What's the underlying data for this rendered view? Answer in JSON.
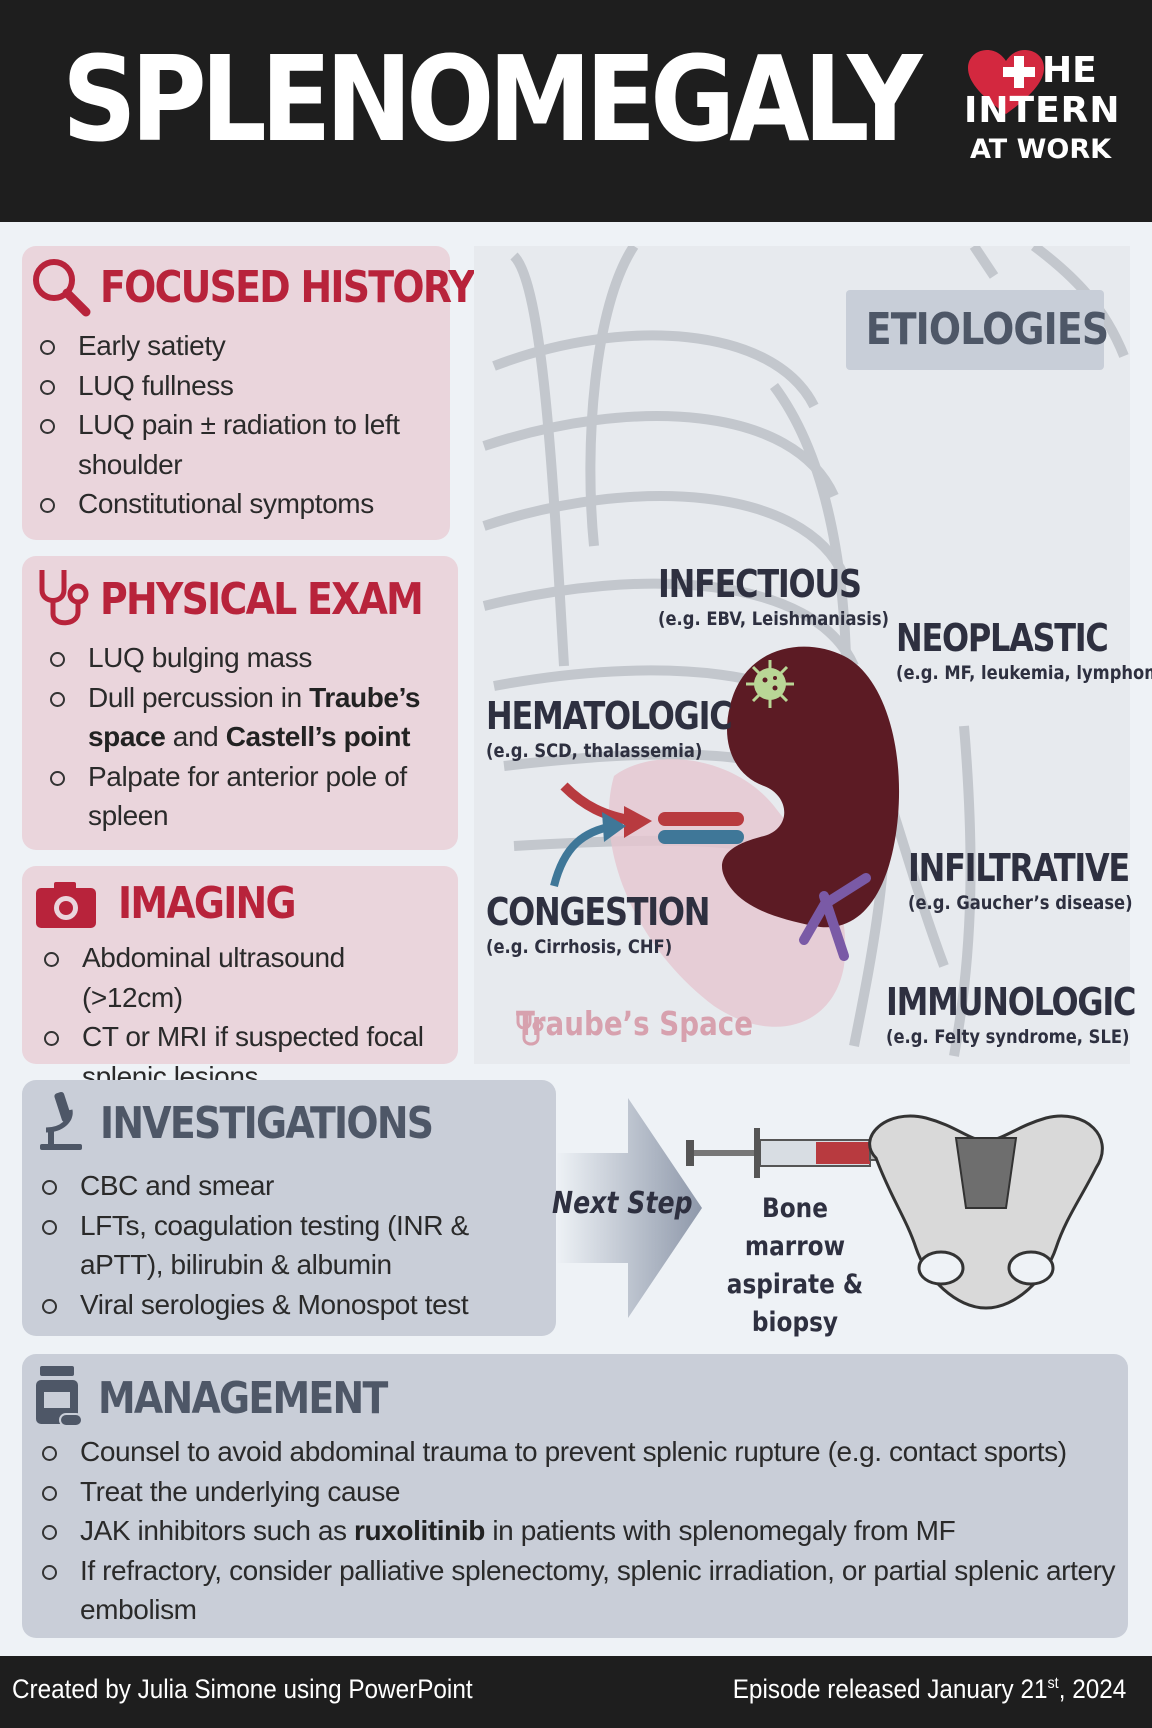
{
  "header": {
    "title": "SPLENOMEGALY",
    "logo": {
      "line1": "HE",
      "line2": "INTERN",
      "line3": "AT WORK",
      "heart_color": "#d3283f"
    }
  },
  "history": {
    "title": "FOCUSED HISTORY",
    "icon": "magnifier-icon",
    "items": [
      "Early satiety",
      "LUQ fullness",
      "LUQ pain ± radiation to left shoulder",
      "Constitutional symptoms"
    ]
  },
  "exam": {
    "title": "PHYSICAL EXAM",
    "icon": "stethoscope-icon",
    "item1": "LUQ bulging mass",
    "item2": {
      "a": "Dull percussion in ",
      "b": "Traube’s space",
      "c": " and ",
      "d": "Castell’s point"
    },
    "item3": "Palpate for anterior pole of spleen"
  },
  "imaging": {
    "title": "IMAGING",
    "icon": "camera-icon",
    "items": [
      "Abdominal ultrasound (>12cm)",
      "CT or MRI if suspected focal splenic lesions"
    ]
  },
  "etiologies": {
    "label": "ETIOLOGIES",
    "infectious": {
      "name": "INFECTIOUS",
      "example": "(e.g. EBV, Leishmaniasis)"
    },
    "neoplastic": {
      "name": "NEOPLASTIC",
      "example": "(e.g. MF, leukemia, lymphoma)"
    },
    "hematologic": {
      "name": "HEMATOLOGIC",
      "example": "(e.g. SCD, thalassemia)"
    },
    "infiltrative": {
      "name": "INFILTRATIVE",
      "example": "(e.g. Gaucher’s disease)"
    },
    "congestion": {
      "name": "CONGESTION",
      "example": "(e.g. Cirrhosis, CHF)"
    },
    "immunologic": {
      "name": "IMMUNOLOGIC",
      "example": "(e.g. Felty syndrome, SLE)"
    },
    "traube": "Traube’s Space"
  },
  "investigations": {
    "title": "INVESTIGATIONS",
    "icon": "microscope-icon",
    "items": [
      "CBC and smear",
      "LFTs, coagulation testing (INR & aPTT), bilirubin & albumin",
      "Viral serologies & Monospot test"
    ],
    "next_step": "Next Step",
    "next": "Bone marrow aspirate & biopsy"
  },
  "management": {
    "title": "MANAGEMENT",
    "icon": "pill-bottle-icon",
    "item1": "Counsel to avoid abdominal trauma to prevent splenic rupture (e.g. contact sports)",
    "item2": "Treat the underlying cause",
    "item3": {
      "a": "JAK inhibitors such as ",
      "b": "ruxolitinib",
      "c": " in patients with splenomegaly from MF"
    },
    "item4": "If refractory, consider palliative splenectomy, splenic irradiation, or partial splenic artery embolism"
  },
  "footer": {
    "left": "Created by Julia Simone using PowerPoint",
    "right_pre": "Episode released January 21",
    "right_sup": "st",
    "right_post": ", 2024"
  },
  "colors": {
    "pink_card": "#ead5dc",
    "grey_card": "#c9ced8",
    "accent_red": "#b8233b",
    "spleen": "#5c1b24",
    "header_bg": "#1e1e1e"
  }
}
